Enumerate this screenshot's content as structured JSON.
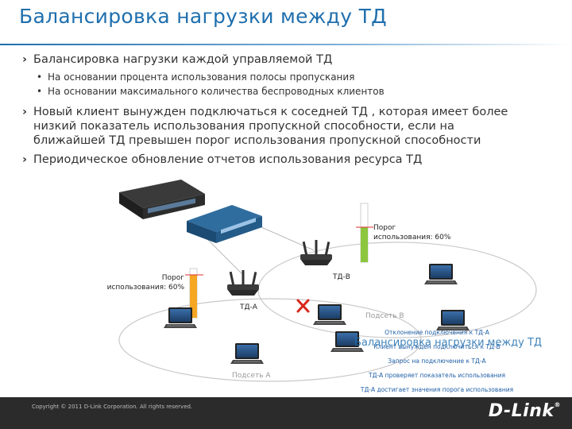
{
  "slide": {
    "title": "Балансировка нагрузки между ТД",
    "bullets": [
      {
        "text": "Балансировка нагрузки каждой управляемой ТД",
        "subs": [
          "На основании процента использования полосы пропускания",
          "На основании максимального количества беспроводных клиентов"
        ]
      },
      {
        "lines": [
          "Новый клиент вынужден подключаться к соседней ТД , которая имеет более",
          "низкий показатель использования пропускной способности, если на",
          "ближайшей ТД превышен порог использования пропускной способности"
        ]
      },
      {
        "text": "Периодическое обновление отчетов использования ресурса ТД"
      }
    ]
  },
  "diagram": {
    "threshold_b": [
      "Порог",
      "использования: 60%"
    ],
    "threshold_a": [
      "Порог",
      "использования: 60%"
    ],
    "ap_b_label": "ТД-B",
    "ap_a_label": "ТД-A",
    "subnet_b": "Подсеть B",
    "subnet_a": "Подсеть A",
    "events": [
      "Отклонение подключения к ТД-A",
      "Клиент вынужден подключиться к ТД-B",
      "Запрос на подключение к ТД-A",
      "ТД-A проверяет показатель использования",
      "ТД-A достигает значения порога использования"
    ],
    "overlay_title": "Балансировка нагрузки между ТД",
    "colors": {
      "accent": "#1f6fae",
      "bar_b": "#8cc63f",
      "bar_a": "#f5a623",
      "reject": "#d9261c"
    }
  },
  "footer": {
    "copyright": "Copyright © 2011 D-Link Corporation. All rights reserved.",
    "logo": "D-Link"
  }
}
